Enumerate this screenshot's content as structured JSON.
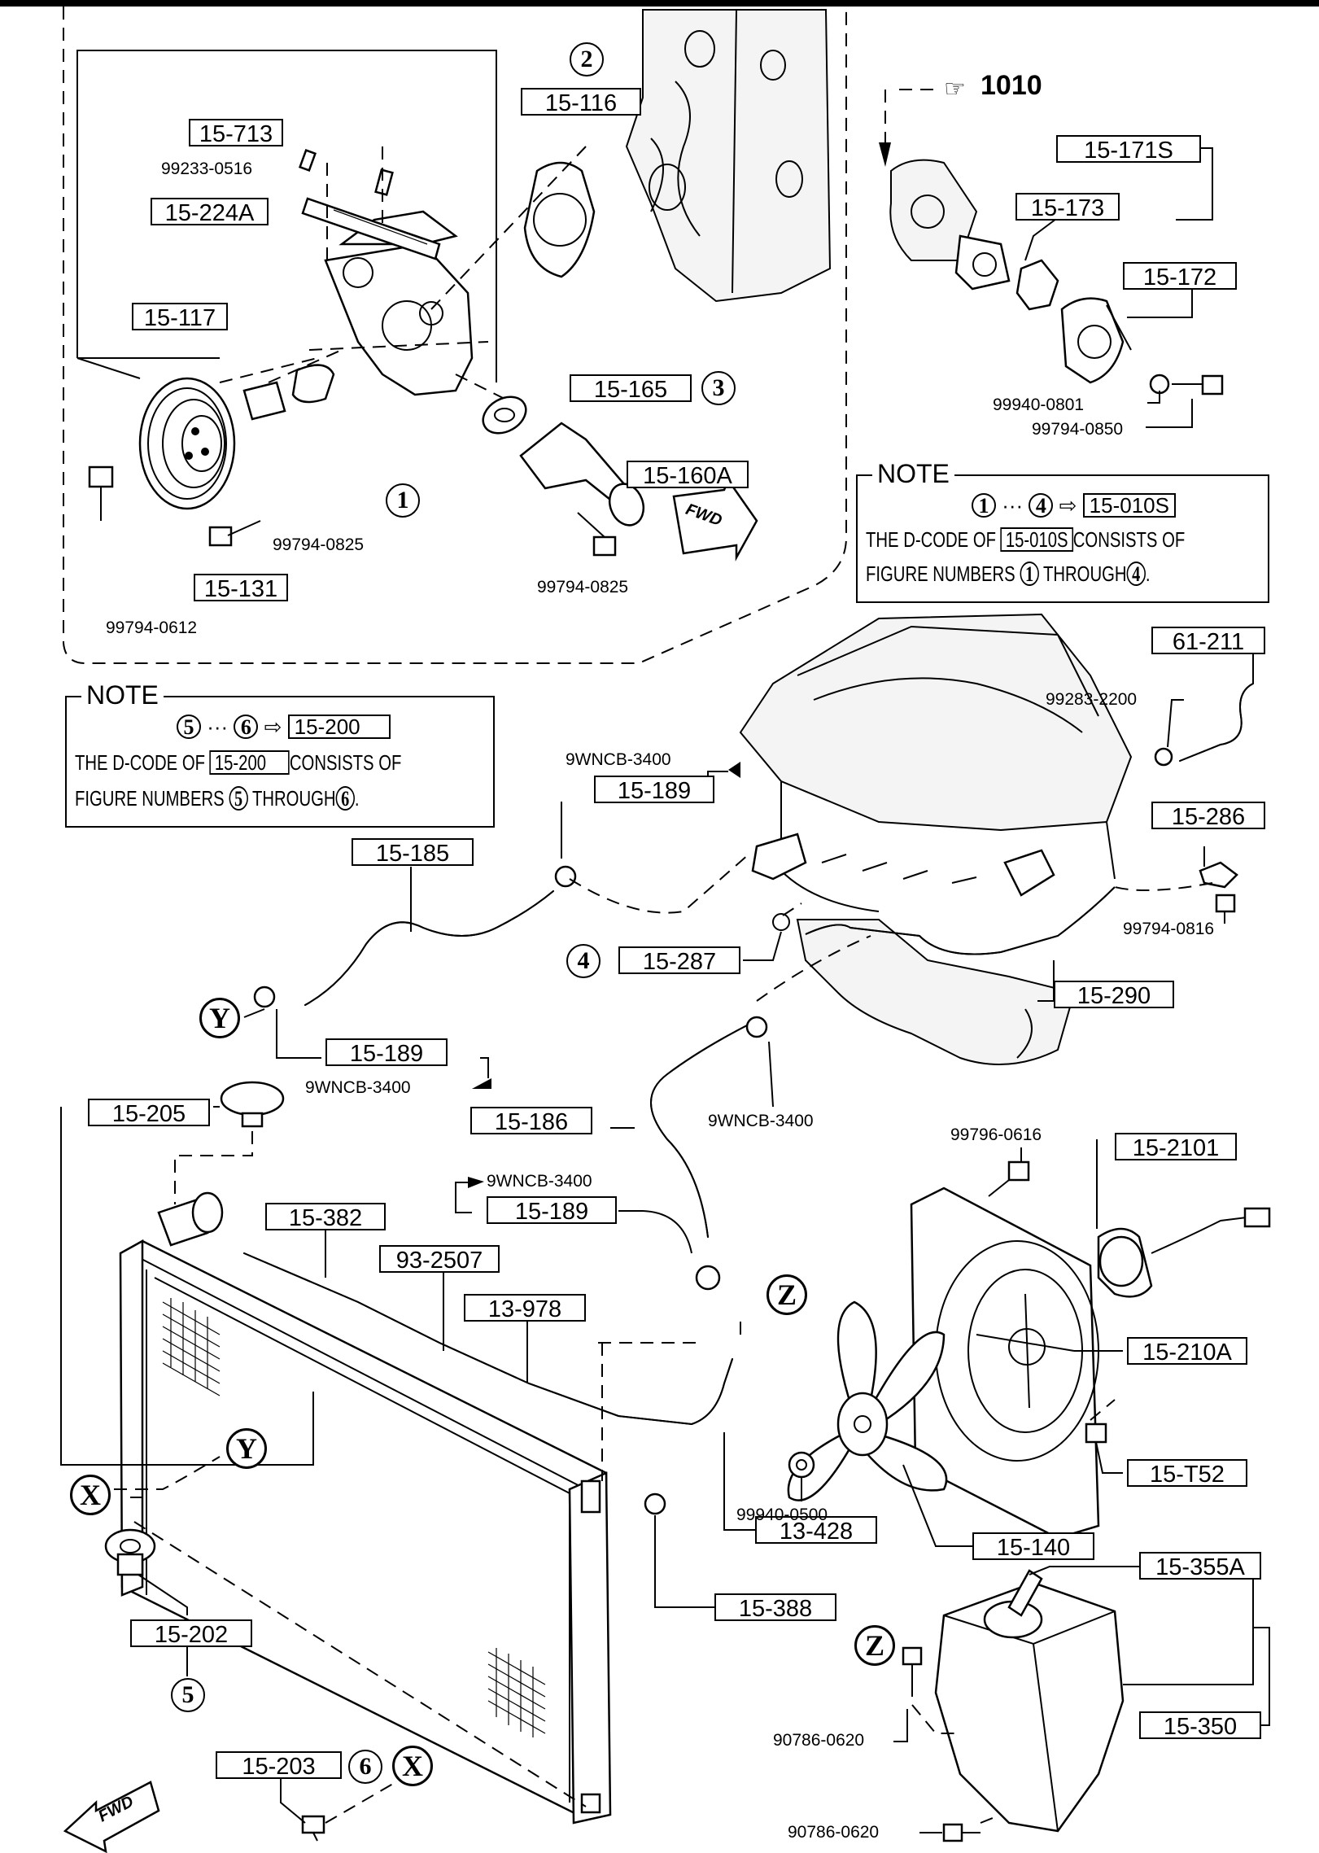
{
  "ref_page": {
    "icon": "hand-pointer-icon",
    "number": "1010"
  },
  "labels": {
    "l15_713": "15-713",
    "l15_224A": "15-224A",
    "l15_117": "15-117",
    "l15_131": "15-131",
    "l15_116": "15-116",
    "l15_165": "15-165",
    "l15_160A": "15-160A",
    "l15_171S": "15-171S",
    "l15_173": "15-173",
    "l15_172": "15-172",
    "l61_211": "61-211",
    "l15_189a": "15-189",
    "l15_286": "15-286",
    "l15_185": "15-185",
    "l15_287": "15-287",
    "l15_290": "15-290",
    "l15_189b": "15-189",
    "l15_205": "15-205",
    "l15_186": "15-186",
    "l15_2101": "15-2101",
    "l15_189c": "15-189",
    "l15_382": "15-382",
    "l93_2507": "93-2507",
    "l13_978": "13-978",
    "l15_210A": "15-210A",
    "l15_T52": "15-T52",
    "l15_140": "15-140",
    "l13_428": "13-428",
    "l15_388": "15-388",
    "l15_355A": "15-355A",
    "l15_202": "15-202",
    "l15_350": "15-350",
    "l15_203": "15-203"
  },
  "part_numbers": {
    "p99233_0516": "99233-0516",
    "p99794_0825a": "99794-0825",
    "p99794_0825b": "99794-0825",
    "p99794_0612": "99794-0612",
    "p99940_0801": "99940-0801",
    "p99794_0850": "99794-0850",
    "p99283_2200": "99283-2200",
    "p9WNCB_a": "9WNCB-3400",
    "p99794_0816": "99794-0816",
    "p9WNCB_b": "9WNCB-3400",
    "p9WNCB_c": "9WNCB-3400",
    "p99796_0616": "99796-0616",
    "p9WNCB_d": "9WNCB-3400",
    "p99940_0500": "99940-0500",
    "p90786_0620a": "90786-0620",
    "p90786_0620b": "90786-0620"
  },
  "callouts": {
    "c1": "1",
    "c2": "2",
    "c3": "3",
    "c4": "4",
    "c5": "5",
    "c6a": "6",
    "c6b": "6",
    "c4b": "4",
    "c5b": "5",
    "X1": "X",
    "X2": "X",
    "Y1": "Y",
    "Y2": "Y",
    "Z1": "Z",
    "Z2": "Z"
  },
  "note1": {
    "title": "NOTE",
    "from": "1",
    "to": "4",
    "dcode": "15-010S",
    "line2a": "THE D-CODE OF",
    "line2b": "15-010S",
    "line2c": "CONSISTS OF",
    "line3a": "FIGURE NUMBERS",
    "line3b": "1",
    "line3c": "THROUGH",
    "line3d": "4",
    "line3e": "."
  },
  "note2": {
    "title": "NOTE",
    "from": "5",
    "to": "6",
    "dcode": "15-200",
    "line2a": "THE D-CODE OF",
    "line2b": "15-200",
    "line2c": "CONSISTS OF",
    "line3a": "FIGURE NUMBERS",
    "line3b": "5",
    "line3c": "THROUGH",
    "line3d": "6",
    "line3e": "."
  },
  "fwd": {
    "a": "FWD",
    "b": "FWD"
  }
}
